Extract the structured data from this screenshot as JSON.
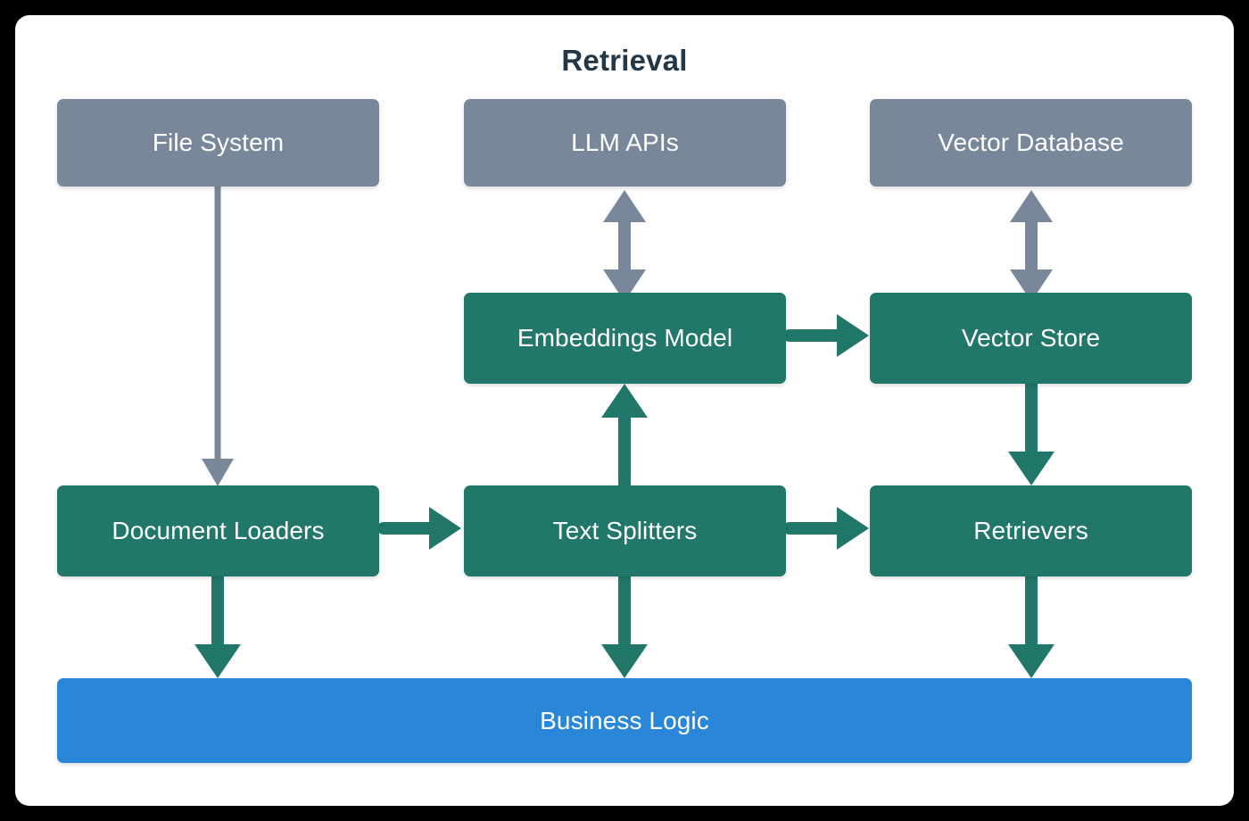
{
  "title": "Retrieval",
  "colors": {
    "page_background": "#000000",
    "card_background": "#ffffff",
    "title_text": "#243746",
    "gray_node": "#78889a",
    "green_node": "#21776a",
    "blue_node": "#2a87d8",
    "gray_arrow": "#78889a",
    "green_arrow": "#21776a",
    "node_text": "#ffffff"
  },
  "nodes": {
    "file_system": {
      "label": "File System",
      "type": "external",
      "color": "gray"
    },
    "llm_apis": {
      "label": "LLM APIs",
      "type": "external",
      "color": "gray"
    },
    "vector_database": {
      "label": "Vector Database",
      "type": "external",
      "color": "gray"
    },
    "embeddings_model": {
      "label": "Embeddings Model",
      "type": "component",
      "color": "green"
    },
    "vector_store": {
      "label": "Vector Store",
      "type": "component",
      "color": "green"
    },
    "document_loaders": {
      "label": "Document Loaders",
      "type": "component",
      "color": "green"
    },
    "text_splitters": {
      "label": "Text Splitters",
      "type": "component",
      "color": "green"
    },
    "retrievers": {
      "label": "Retrievers",
      "type": "component",
      "color": "green"
    },
    "business_logic": {
      "label": "Business Logic",
      "type": "layer",
      "color": "blue"
    }
  },
  "edges": [
    {
      "from": "file_system",
      "to": "document_loaders",
      "direction": "down",
      "style": "thin",
      "color": "gray"
    },
    {
      "from": "llm_apis",
      "to": "embeddings_model",
      "direction": "bidirectional-vertical",
      "style": "thick",
      "color": "gray"
    },
    {
      "from": "vector_database",
      "to": "vector_store",
      "direction": "bidirectional-vertical",
      "style": "thick",
      "color": "gray"
    },
    {
      "from": "embeddings_model",
      "to": "vector_store",
      "direction": "right",
      "style": "thick",
      "color": "green"
    },
    {
      "from": "text_splitters",
      "to": "embeddings_model",
      "direction": "up",
      "style": "thick",
      "color": "green"
    },
    {
      "from": "vector_store",
      "to": "retrievers",
      "direction": "down",
      "style": "thick",
      "color": "green"
    },
    {
      "from": "document_loaders",
      "to": "text_splitters",
      "direction": "right",
      "style": "thick",
      "color": "green"
    },
    {
      "from": "text_splitters",
      "to": "retrievers",
      "direction": "right",
      "style": "thick",
      "color": "green"
    },
    {
      "from": "document_loaders",
      "to": "business_logic",
      "direction": "down",
      "style": "thick",
      "color": "green"
    },
    {
      "from": "text_splitters",
      "to": "business_logic",
      "direction": "down",
      "style": "thick",
      "color": "green"
    },
    {
      "from": "retrievers",
      "to": "business_logic",
      "direction": "down",
      "style": "thick",
      "color": "green"
    }
  ]
}
